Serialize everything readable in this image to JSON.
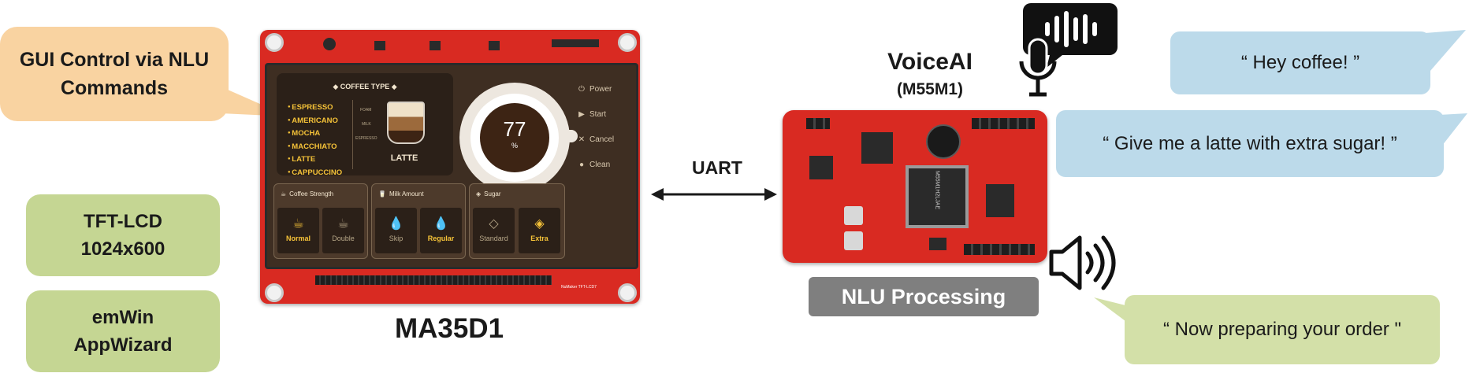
{
  "callout": {
    "line1": "GUI Control via NLU",
    "line2": "Commands",
    "color": "#f9d3a1"
  },
  "features": [
    {
      "line1": "TFT-LCD",
      "line2": "1024x600"
    },
    {
      "line1": "emWin",
      "line2": "AppWizard"
    }
  ],
  "ma35d1": {
    "label": "MA35D1",
    "screen": {
      "coffee_type_title": "COFFEE TYPE",
      "coffee_types": [
        "ESPRESSO",
        "AMERICANO",
        "MOCHA",
        "MACCHIATO",
        "LATTE",
        "CAPPUCCINO"
      ],
      "selected_coffee": "LATTE",
      "layer_labels": [
        "FOAM",
        "MILK",
        "ESPRESSO"
      ],
      "progress_value": "77",
      "progress_unit": "%",
      "side_menu": [
        "Power",
        "Start",
        "Cancel",
        "Clean"
      ],
      "panels": [
        {
          "title": "Coffee Strength",
          "options": [
            "Normal",
            "Double"
          ],
          "selected": 0
        },
        {
          "title": "Milk Amount",
          "options": [
            "Skip",
            "Regular"
          ],
          "selected": 1
        },
        {
          "title": "Sugar",
          "options": [
            "Standard",
            "Extra"
          ],
          "selected": 1
        }
      ]
    },
    "silkscreen": {
      "board_name": "NuMaker TFT-LCD7"
    }
  },
  "link": {
    "label": "UART"
  },
  "voiceai": {
    "title": "VoiceAI",
    "subtitle": "(M55M1)",
    "chip_text": "M55M1H2LJAE",
    "processing_label": "NLU Processing"
  },
  "bubbles": {
    "wake": "“ Hey coffee! ”",
    "command": "“ Give me a latte with extra sugar! ”",
    "response": "“ Now preparing your order \""
  },
  "colors": {
    "board_red": "#d92a22",
    "bubble_blue": "#bcdaea",
    "bubble_green": "#d3e0a8",
    "feature_green": "#c5d693",
    "accent_yellow": "#f5c238"
  }
}
